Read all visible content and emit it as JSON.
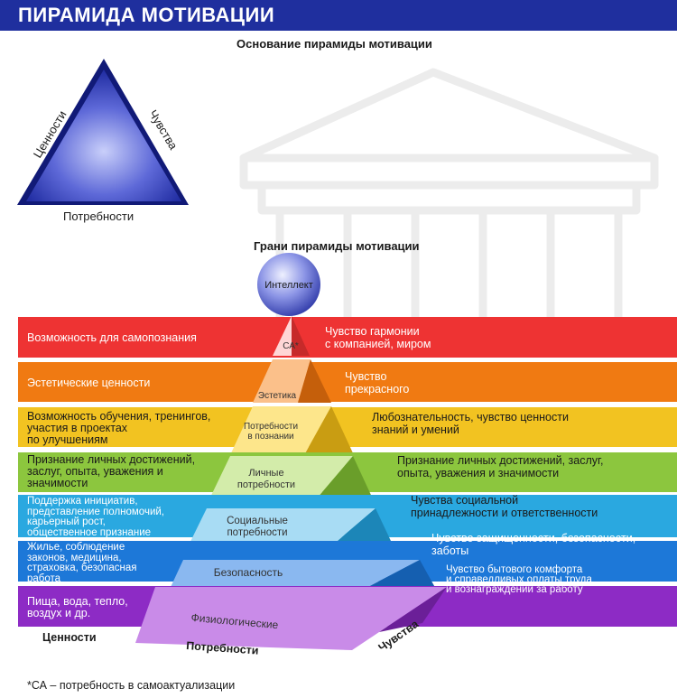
{
  "header": {
    "title": "ПИРАМИДА МОТИВАЦИИ"
  },
  "base_triangle": {
    "heading": "Основание пирамиды мотивации",
    "left_label": "Ценности",
    "right_label": "Чувства",
    "bottom_label": "Потребности"
  },
  "pyramid": {
    "heading": "Грани пирамиды мотивации",
    "top_label": "Интеллект",
    "levels": [
      {
        "left": [
          "Возможность для самопознания"
        ],
        "center": [
          "СА*"
        ],
        "right": [
          "Чувство гармонии",
          "с компанией, миром"
        ],
        "color": "#ee3333"
      },
      {
        "left": [
          "Эстетические ценности"
        ],
        "center": [
          "Эстетика"
        ],
        "right": [
          "Чувство",
          "прекрасного"
        ],
        "color": "#f07a12"
      },
      {
        "left": [
          "Возможность обучения, тренингов,",
          "участия в проектах",
          "по улучшениям"
        ],
        "center": [
          "Потребности",
          "в познании"
        ],
        "right": [
          "Любознательность, чувство ценности",
          "знаний и умений"
        ],
        "color": "#f2c321"
      },
      {
        "left": [
          "Признание личных достижений,",
          "заслуг, опыта, уважения и",
          "значимости"
        ],
        "center": [
          "Личные",
          "потребности"
        ],
        "right": [
          "Признание личных достижений, заслуг,",
          "опыта, уважения и значимости"
        ],
        "color": "#8cc63e"
      },
      {
        "left": [
          "Поддержка инициатив,",
          "представление полномочий,",
          "карьерный рост,",
          "общественное признание"
        ],
        "center": [
          "Социальные",
          "потребности"
        ],
        "right": [
          "Чувства социальной",
          "принадлежности и ответственности"
        ],
        "color": "#2aa8e0"
      },
      {
        "left": [
          "Жилье, соблюдение",
          "законов, медицина,",
          "страховка, безопасная",
          "работа"
        ],
        "center": [
          "Безопасность"
        ],
        "right": [
          "Чувство защищенности, безопасности,",
          "заботы"
        ],
        "color": "#1d78d8"
      },
      {
        "left": [
          "Пища, вода, тепло,",
          "воздух и др."
        ],
        "center": [
          "Физиологические"
        ],
        "right": [
          "Чувство бытового комфорта",
          "и справедливых оплаты труда",
          "и вознаграждений за работу"
        ],
        "color": "#8d2bc5"
      }
    ],
    "face_labels": {
      "left": "Ценности",
      "bottom": "Потребности",
      "right": "Чувства"
    }
  },
  "footnote": "*СА – потребность в самоактуализации"
}
